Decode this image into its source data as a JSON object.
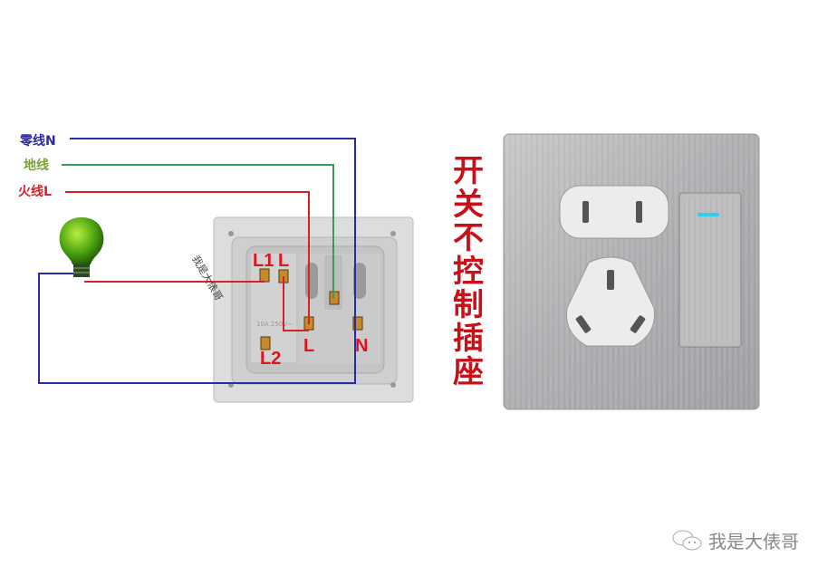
{
  "wires": {
    "neutral": {
      "label": "零线N",
      "color": "#2a2aa8"
    },
    "ground": {
      "label": "地线",
      "color": "#3a9a5a"
    },
    "live": {
      "label": "火线L",
      "color": "#d8202a"
    }
  },
  "switch_back": {
    "terminals": {
      "l1": "L1",
      "l": "L",
      "l2": "L2",
      "socket_l": "L",
      "socket_n": "N"
    },
    "rotated_watermark": "我是大俵哥",
    "rating_text": "10A 250V~"
  },
  "caption": "开关不控制插座",
  "watermark": {
    "text": "我是大俵哥",
    "icon": "wechat-icon"
  }
}
